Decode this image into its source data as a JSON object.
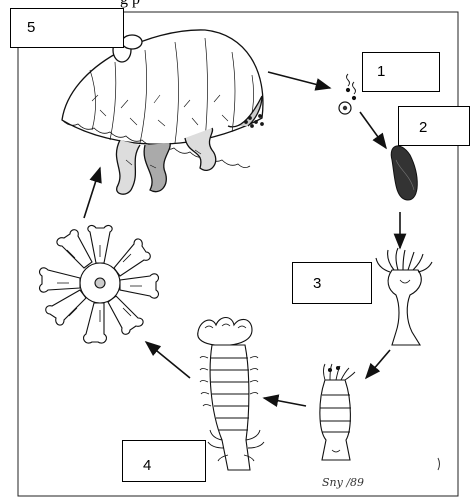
{
  "top_text_fragment": "g      p",
  "labels": [
    {
      "id": "1",
      "text": "1"
    },
    {
      "id": "2",
      "text": "2"
    },
    {
      "id": "3",
      "text": "3"
    },
    {
      "id": "4",
      "text": "4"
    },
    {
      "id": "5",
      "text": "5"
    }
  ],
  "signature": "Sny /89",
  "stages": [
    {
      "name": "adult-medusa"
    },
    {
      "name": "eggs-and-sperm"
    },
    {
      "name": "planula-larva"
    },
    {
      "name": "polyp"
    },
    {
      "name": "strobila-early"
    },
    {
      "name": "strobila"
    },
    {
      "name": "ephyra"
    }
  ]
}
